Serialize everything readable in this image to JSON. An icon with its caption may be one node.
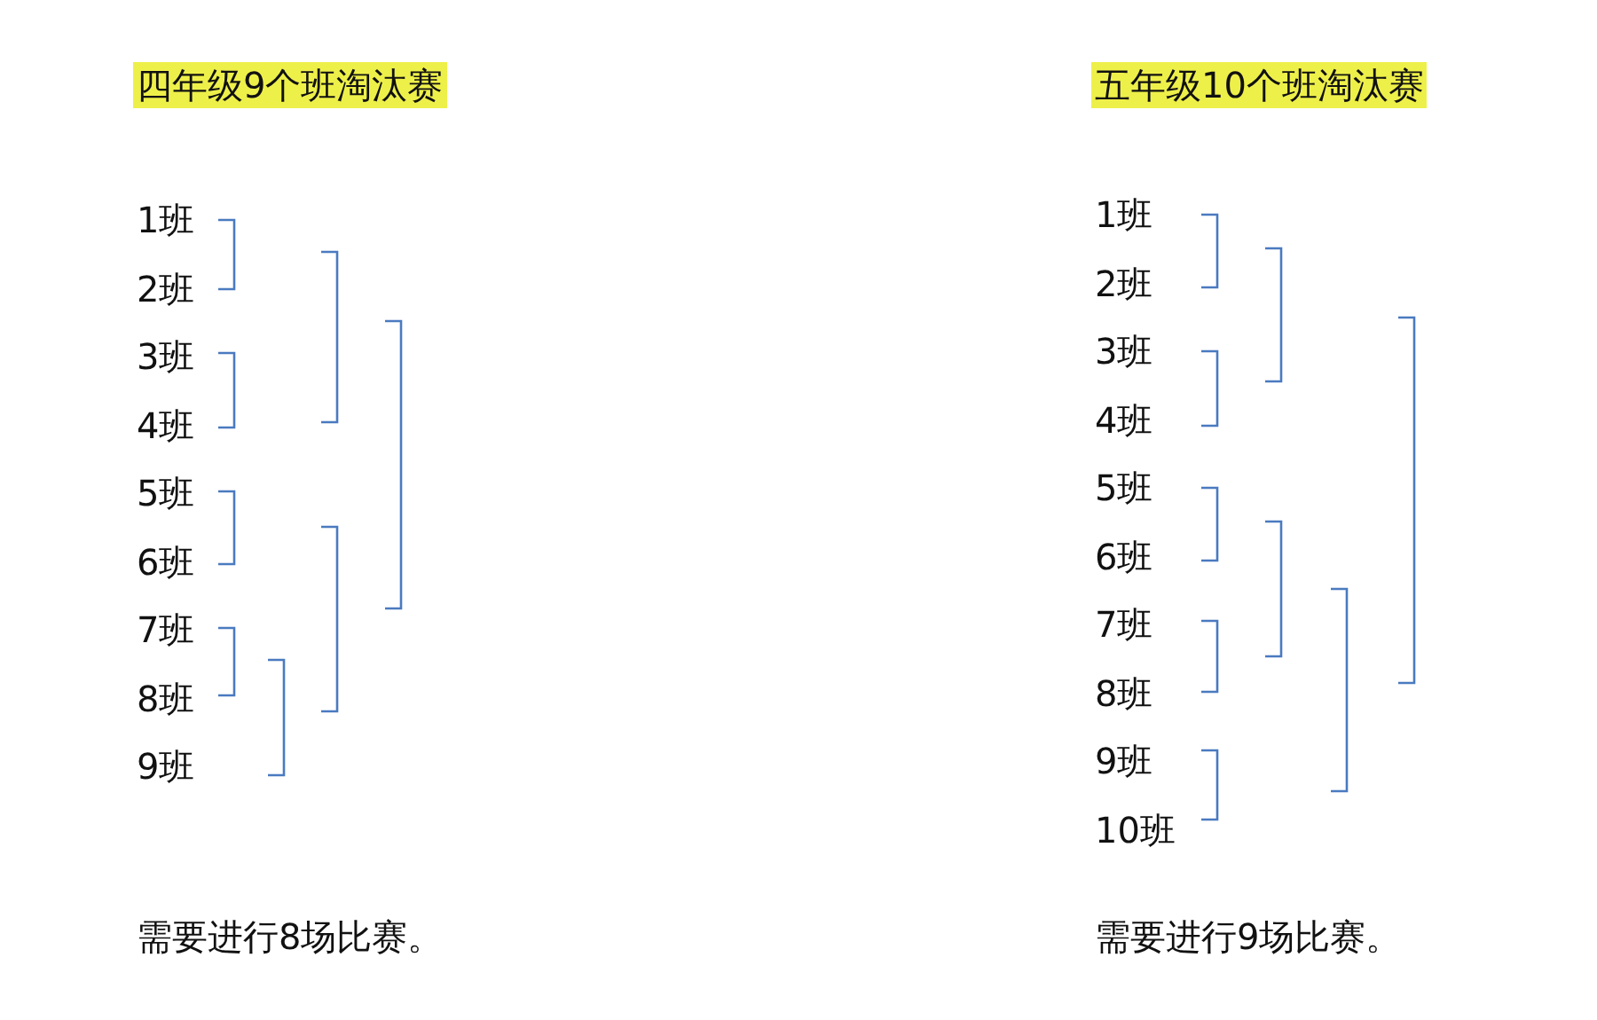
{
  "diagram": {
    "labels": [
      "四年级9个班淘汰赛",
      "1班",
      "2班",
      "3班",
      "4班",
      "5班",
      "6班",
      "7班",
      "8班",
      "9班",
      "需要进行8场比赛。",
      "五年级10个班淘汰赛",
      "1班",
      "2班",
      "3班",
      "4班",
      "5班",
      "6班",
      "7班",
      "8班",
      "9班",
      "10班",
      "需要进行9场比赛。"
    ]
  }
}
